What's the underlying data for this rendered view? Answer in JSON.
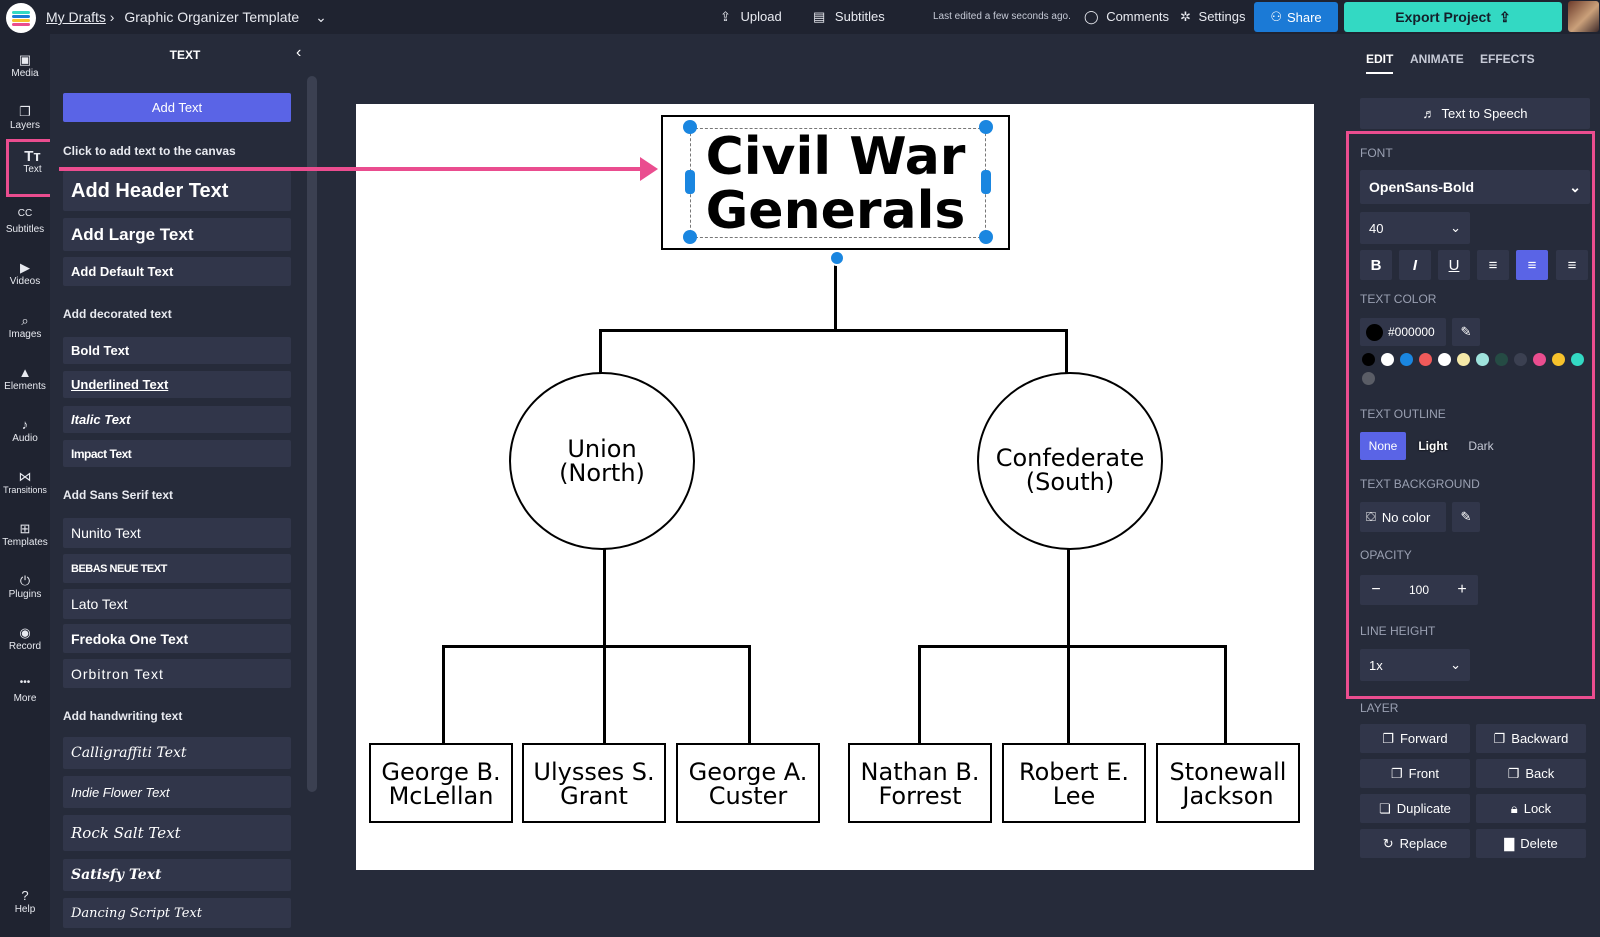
{
  "topbar": {
    "breadcrumb_root": "My Drafts",
    "breadcrumb_sep": "›",
    "project_title": "Graphic Organizer Template",
    "upload": "Upload",
    "subtitles": "Subtitles",
    "last_edited": "Last edited a few seconds ago.",
    "comments": "Comments",
    "settings": "Settings",
    "share": "Share",
    "export": "Export Project"
  },
  "rail": {
    "items": [
      {
        "label": "Media",
        "icon": "media-icon",
        "glyph": "▣"
      },
      {
        "label": "Layers",
        "icon": "layers-icon",
        "glyph": "❐"
      },
      {
        "label": "Text",
        "icon": "text-icon",
        "glyph": "Tт"
      },
      {
        "label": "Subtitles",
        "icon": "subtitles-icon",
        "glyph": "CC"
      },
      {
        "label": "Videos",
        "icon": "videos-icon",
        "glyph": "▶"
      },
      {
        "label": "Images",
        "icon": "images-icon",
        "glyph": "⌕"
      },
      {
        "label": "Elements",
        "icon": "elements-icon",
        "glyph": "▲"
      },
      {
        "label": "Audio",
        "icon": "audio-icon",
        "glyph": "♪"
      },
      {
        "label": "Transitions",
        "icon": "transitions-icon",
        "glyph": "⋈"
      },
      {
        "label": "Templates",
        "icon": "templates-icon",
        "glyph": "⊞"
      },
      {
        "label": "Plugins",
        "icon": "plugins-icon",
        "glyph": "⏻"
      },
      {
        "label": "Record",
        "icon": "record-icon",
        "glyph": "◉"
      },
      {
        "label": "More",
        "icon": "more-icon",
        "glyph": "•••"
      }
    ],
    "help": "Help"
  },
  "text_panel": {
    "title": "TEXT",
    "add_text": "Add Text",
    "hint": "Click to add text to the canvas",
    "header_items": [
      "Add Header Text",
      "Add Large Text",
      "Add Default Text"
    ],
    "decorated_title": "Add decorated text",
    "decorated_items": [
      "Bold Text",
      "Underlined Text",
      "Italic Text",
      "Impact Text"
    ],
    "sans_title": "Add Sans Serif text",
    "sans_items": [
      "Nunito Text",
      "BEBAS NEUE TEXT",
      "Lato Text",
      "Fredoka One Text",
      "Orbitron Text"
    ],
    "handwriting_title": "Add handwriting text",
    "handwriting_items": [
      "Calligraffiti Text",
      "Indie Flower Text",
      "Rock Salt Text",
      "Satisfy Text",
      "Dancing Script Text"
    ]
  },
  "canvas": {
    "title_line1": "Civil War",
    "title_line2": "Generals",
    "union_line1": "Union",
    "union_line2": "(North)",
    "confed_line1": "Confederate",
    "confed_line2": "(South)",
    "leaves": [
      [
        "George B.",
        "McLellan"
      ],
      [
        "Ulysses S.",
        "Grant"
      ],
      [
        "George A.",
        "Custer"
      ],
      [
        "Nathan B.",
        "Forrest"
      ],
      [
        "Robert E.",
        "Lee"
      ],
      [
        "Stonewall",
        "Jackson"
      ]
    ]
  },
  "right_panel": {
    "tabs": [
      "EDIT",
      "ANIMATE",
      "EFFECTS"
    ],
    "tts": "Text to Speech",
    "font_label": "FONT",
    "font_value": "OpenSans-Bold",
    "size_value": "40",
    "text_color_label": "TEXT COLOR",
    "text_color_value": "#000000",
    "swatches": [
      "#000000",
      "#ffffff",
      "#1a86e0",
      "#f05a5a",
      "#ffffff",
      "#f5e9a8",
      "#9fe3dd",
      "#254b44",
      "#3b4051",
      "#ea4d8f",
      "#f7c22c",
      "#33d9c3",
      "#5a5d66"
    ],
    "outline_label": "TEXT OUTLINE",
    "outline_options": [
      "None",
      "Light",
      "Dark"
    ],
    "background_label": "TEXT BACKGROUND",
    "background_value": "No color",
    "opacity_label": "OPACITY",
    "opacity_value": "100",
    "line_height_label": "LINE HEIGHT",
    "line_height_value": "1x",
    "layer_label": "LAYER",
    "layer_buttons": [
      "Forward",
      "Backward",
      "Front",
      "Back",
      "Duplicate",
      "Lock",
      "Replace",
      "Delete"
    ]
  },
  "colors": {
    "accent_pink": "#ea4d8f",
    "share_blue": "#1b7ad6",
    "export_teal": "#33d9c3",
    "add_text_purple": "#5a64e6",
    "selection_blue": "#1a86e0"
  }
}
